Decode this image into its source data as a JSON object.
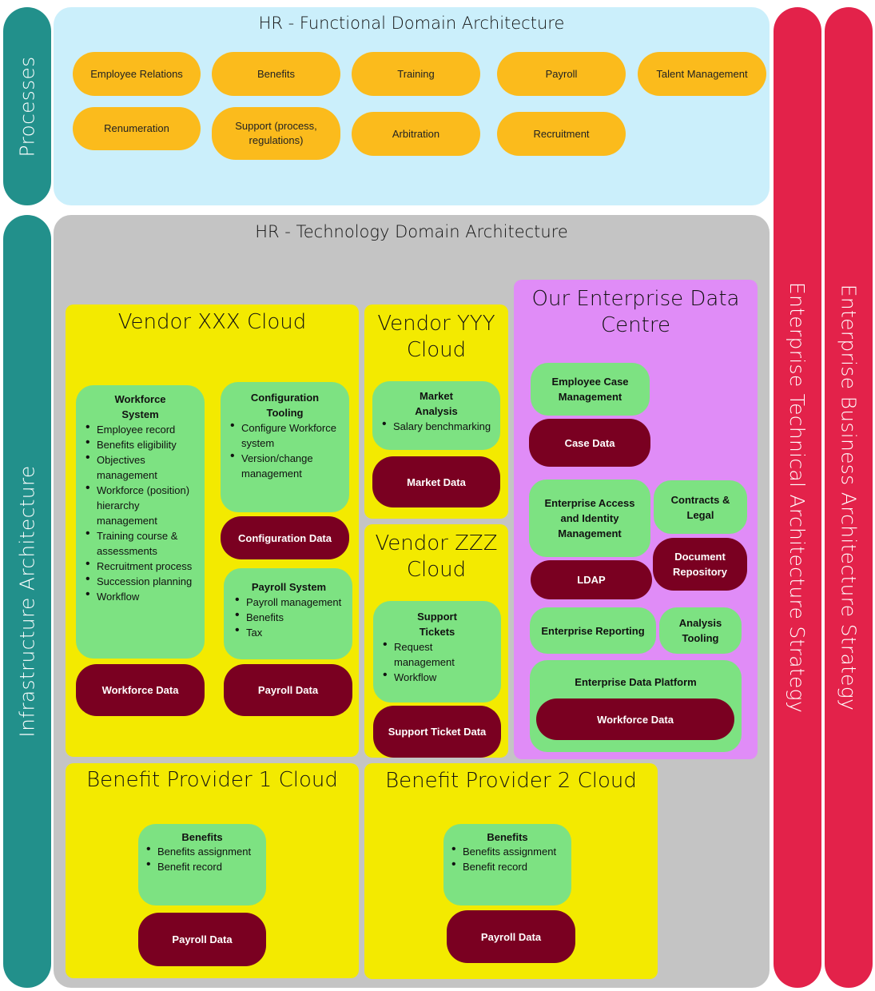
{
  "side_labels": {
    "processes": "Processes",
    "infrastructure": "Infrastructure Architecture",
    "tech_strategy": "Enterprise Technical Architecture  Strategy",
    "business_strategy": "Enterprise Business Architecture  Strategy"
  },
  "colors": {
    "teal": "#22908b",
    "red": "#e3224a",
    "functional_bg": "#cbeffb",
    "technology_bg": "#c4c4c4",
    "process_pill": "#fbbb1c",
    "cloud": "#f3ea00",
    "enterprise_dc": "#e08cf7",
    "system": "#7de282",
    "data_store": "#7a0021"
  },
  "functional": {
    "title": "HR - Functional Domain Architecture",
    "processes": [
      "Employee Relations",
      "Benefits",
      "Training",
      "Payroll",
      "Talent Management",
      "Renumeration",
      "Support (process, regulations)",
      "Arbitration",
      "Recruitment"
    ]
  },
  "technology": {
    "title": "HR - Technology Domain Architecture",
    "vendor_xxx": {
      "title": "Vendor XXX Cloud",
      "workforce_system": {
        "title": "Workforce System",
        "items": [
          "Employee record",
          "Benefits eligibility",
          "Objectives management",
          "Workforce (position) hierarchy management",
          "Training course & assessments",
          "Recruitment process",
          "Succession planning",
          "Workflow"
        ]
      },
      "config_tooling": {
        "title": "Configuration Tooling",
        "items": [
          "Configure Workforce system",
          "Version/change management"
        ]
      },
      "config_data": "Configuration Data",
      "payroll_system": {
        "title": "Payroll System",
        "items": [
          "Payroll management",
          "Benefits",
          "Tax"
        ]
      },
      "workforce_data": "Workforce Data",
      "payroll_data": "Payroll Data"
    },
    "vendor_yyy": {
      "title": "Vendor YYY Cloud",
      "market_analysis": {
        "title": "Market Analysis",
        "items": [
          "Salary benchmarking"
        ]
      },
      "market_data": "Market Data"
    },
    "vendor_zzz": {
      "title": "Vendor ZZZ Cloud",
      "support_tickets": {
        "title": "Support Tickets",
        "items": [
          "Request management",
          "Workflow"
        ]
      },
      "support_ticket_data": "Support Ticket  Data"
    },
    "enterprise_dc": {
      "title": "Our Enterprise Data Centre",
      "employee_case_mgmt": "Employee Case Management",
      "case_data": "Case Data",
      "access_identity": "Enterprise Access and Identity Management",
      "contracts_legal": "Contracts & Legal",
      "document_repository": "Document Repository",
      "ldap": "LDAP",
      "enterprise_reporting": "Enterprise Reporting",
      "analysis_tooling": "Analysis Tooling",
      "data_platform": "Enterprise Data Platform",
      "platform_workforce_data": "Workforce Data"
    },
    "benefit_provider_1": {
      "title": "Benefit Provider 1 Cloud",
      "benefits": {
        "title": "Benefits",
        "items": [
          "Benefits assignment",
          "Benefit record"
        ]
      },
      "payroll_data": "Payroll Data"
    },
    "benefit_provider_2": {
      "title": "Benefit Provider 2 Cloud",
      "benefits": {
        "title": "Benefits",
        "items": [
          "Benefits assignment",
          "Benefit record"
        ]
      },
      "payroll_data": "Payroll Data"
    }
  }
}
